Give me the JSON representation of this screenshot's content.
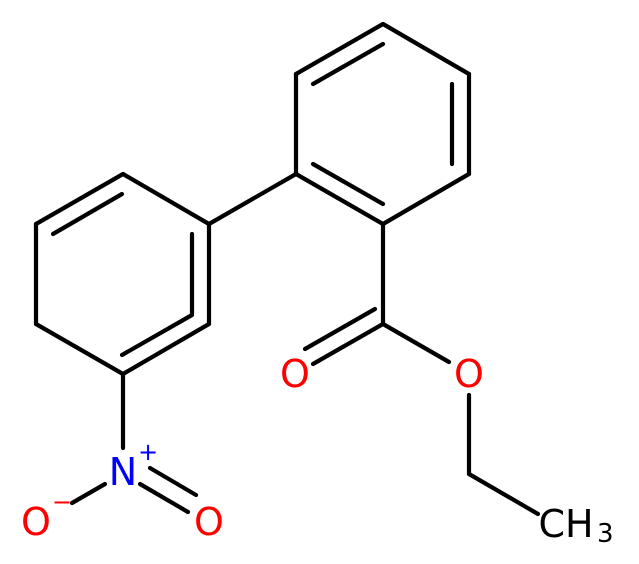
{
  "molecule": {
    "atoms": {
      "nitrogen": {
        "symbol": "N",
        "charge": "+"
      },
      "nitro_oxygen_minus": {
        "symbol": "O",
        "charge": "−"
      },
      "nitro_oxygen_double": {
        "symbol": "O"
      },
      "carbonyl_oxygen": {
        "symbol": "O"
      },
      "ester_oxygen": {
        "symbol": "O"
      },
      "methyl": {
        "symbol": "CH",
        "subscript": "3"
      }
    },
    "colors": {
      "bond": "#000000",
      "nitrogen": "#0000ff",
      "oxygen": "#ff0000",
      "carbon": "#000000"
    }
  }
}
